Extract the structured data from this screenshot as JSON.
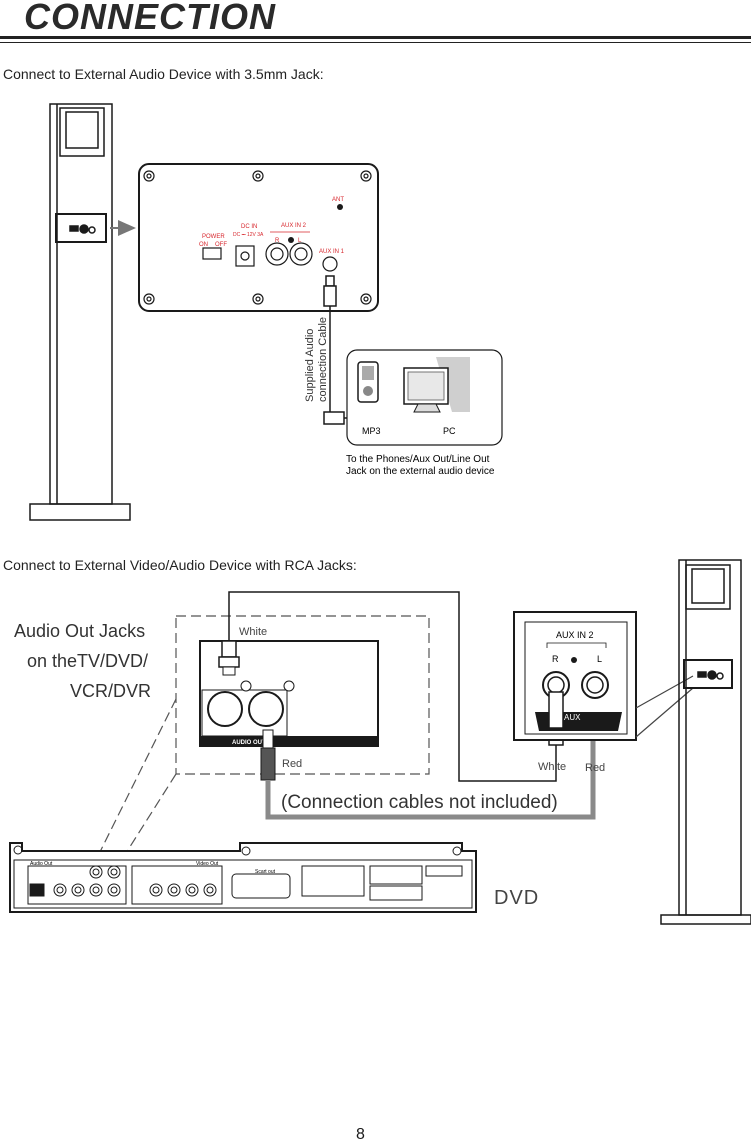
{
  "page": {
    "title": "CONNECTION",
    "page_number": "8"
  },
  "section1": {
    "heading": "Connect to External Audio Device with 3.5mm Jack:",
    "panel": {
      "ant": "ANT",
      "power": "POWER",
      "on": "ON",
      "off": "OFF",
      "dc_in": "DC IN",
      "dc_rating": "DC ⎓ 12V 3A",
      "aux_in_2": "AUX IN 2",
      "aux_in_1": "AUX IN 1",
      "r": "R",
      "l": "L"
    },
    "cable_label_1": "Supplied Audio",
    "cable_label_2": "connection Cable",
    "device_mp3": "MP3",
    "device_pc": "PC",
    "note_line1": "To the Phones/Aux Out/Line Out",
    "note_line2": "Jack on the external audio device"
  },
  "section2": {
    "heading": "Connect to External Video/Audio Device with RCA Jacks:",
    "source_line1": "Audio Out Jacks",
    "source_line2": "on theTV/DVD/",
    "source_line3": "VCR/DVR",
    "white_label": "White",
    "red_label": "Red",
    "audio_out": "AUDIO OUT",
    "aux_in_2": "AUX IN 2",
    "r": "R",
    "l": "L",
    "aux": "AUX",
    "white_label_right": "White",
    "red_label_right": "Red",
    "cables_note": "(Connection cables not included)",
    "dvd_label": "DVD",
    "dvd_audio_out": "Audio Out",
    "dvd_video_out": "Video Out",
    "dvd_scart": "Scart out"
  },
  "colors": {
    "red_text": "#d7262c",
    "line": "#1a1a1a",
    "cable_grey": "#8a8a8a"
  }
}
